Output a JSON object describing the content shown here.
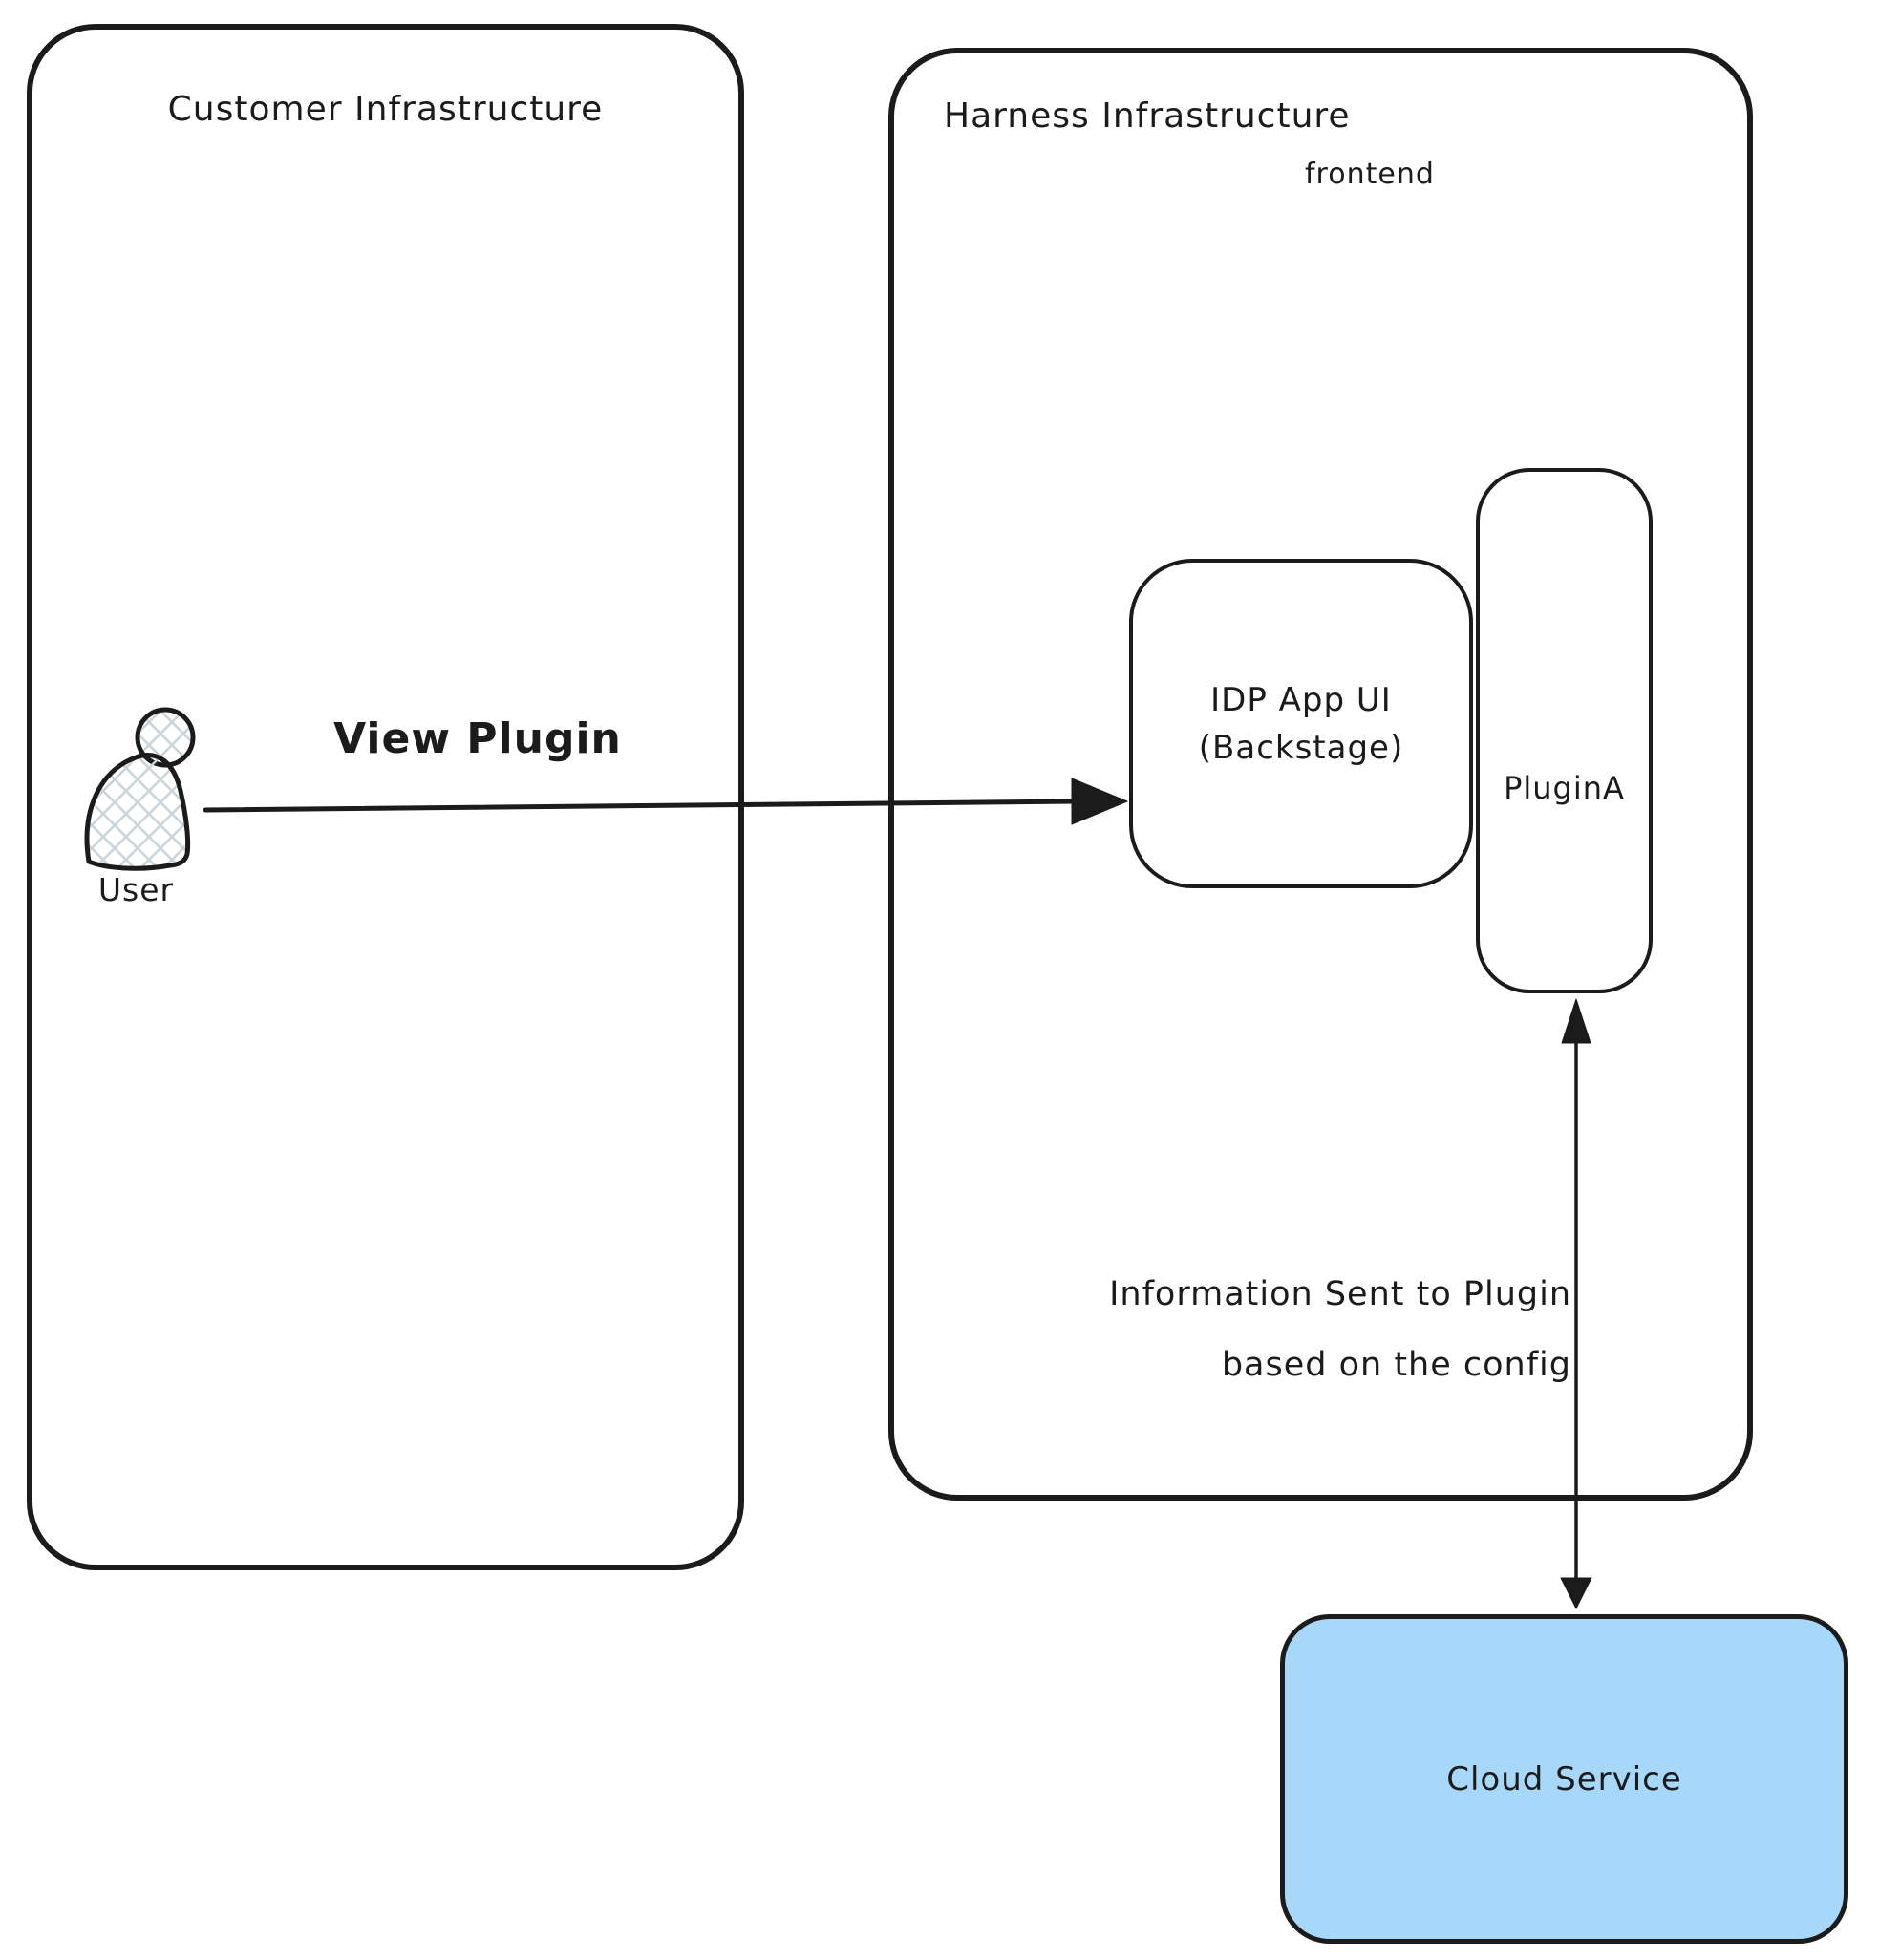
{
  "diagram": {
    "background": "#ffffff",
    "stroke_color": "#1b1b1b",
    "customer_box": {
      "title": "Customer Infrastructure"
    },
    "harness_box": {
      "title": "Harness Infrastructure",
      "frontend_label": "frontend"
    },
    "idp_box": {
      "title_line1": "IDP App UI",
      "title_line2": "(Backstage)"
    },
    "plugin_box": {
      "title": "PluginA"
    },
    "cloud_box": {
      "title": "Cloud Service",
      "fill": "#a7d8f9"
    },
    "user_figure": {
      "label": "User",
      "hatch_color": "#c8d3da"
    },
    "view_plugin_arrow": {
      "label": "View Plugin"
    },
    "info_arrow": {
      "label_line1": "Information Sent to Plugin",
      "label_line2": "based on the config"
    }
  }
}
